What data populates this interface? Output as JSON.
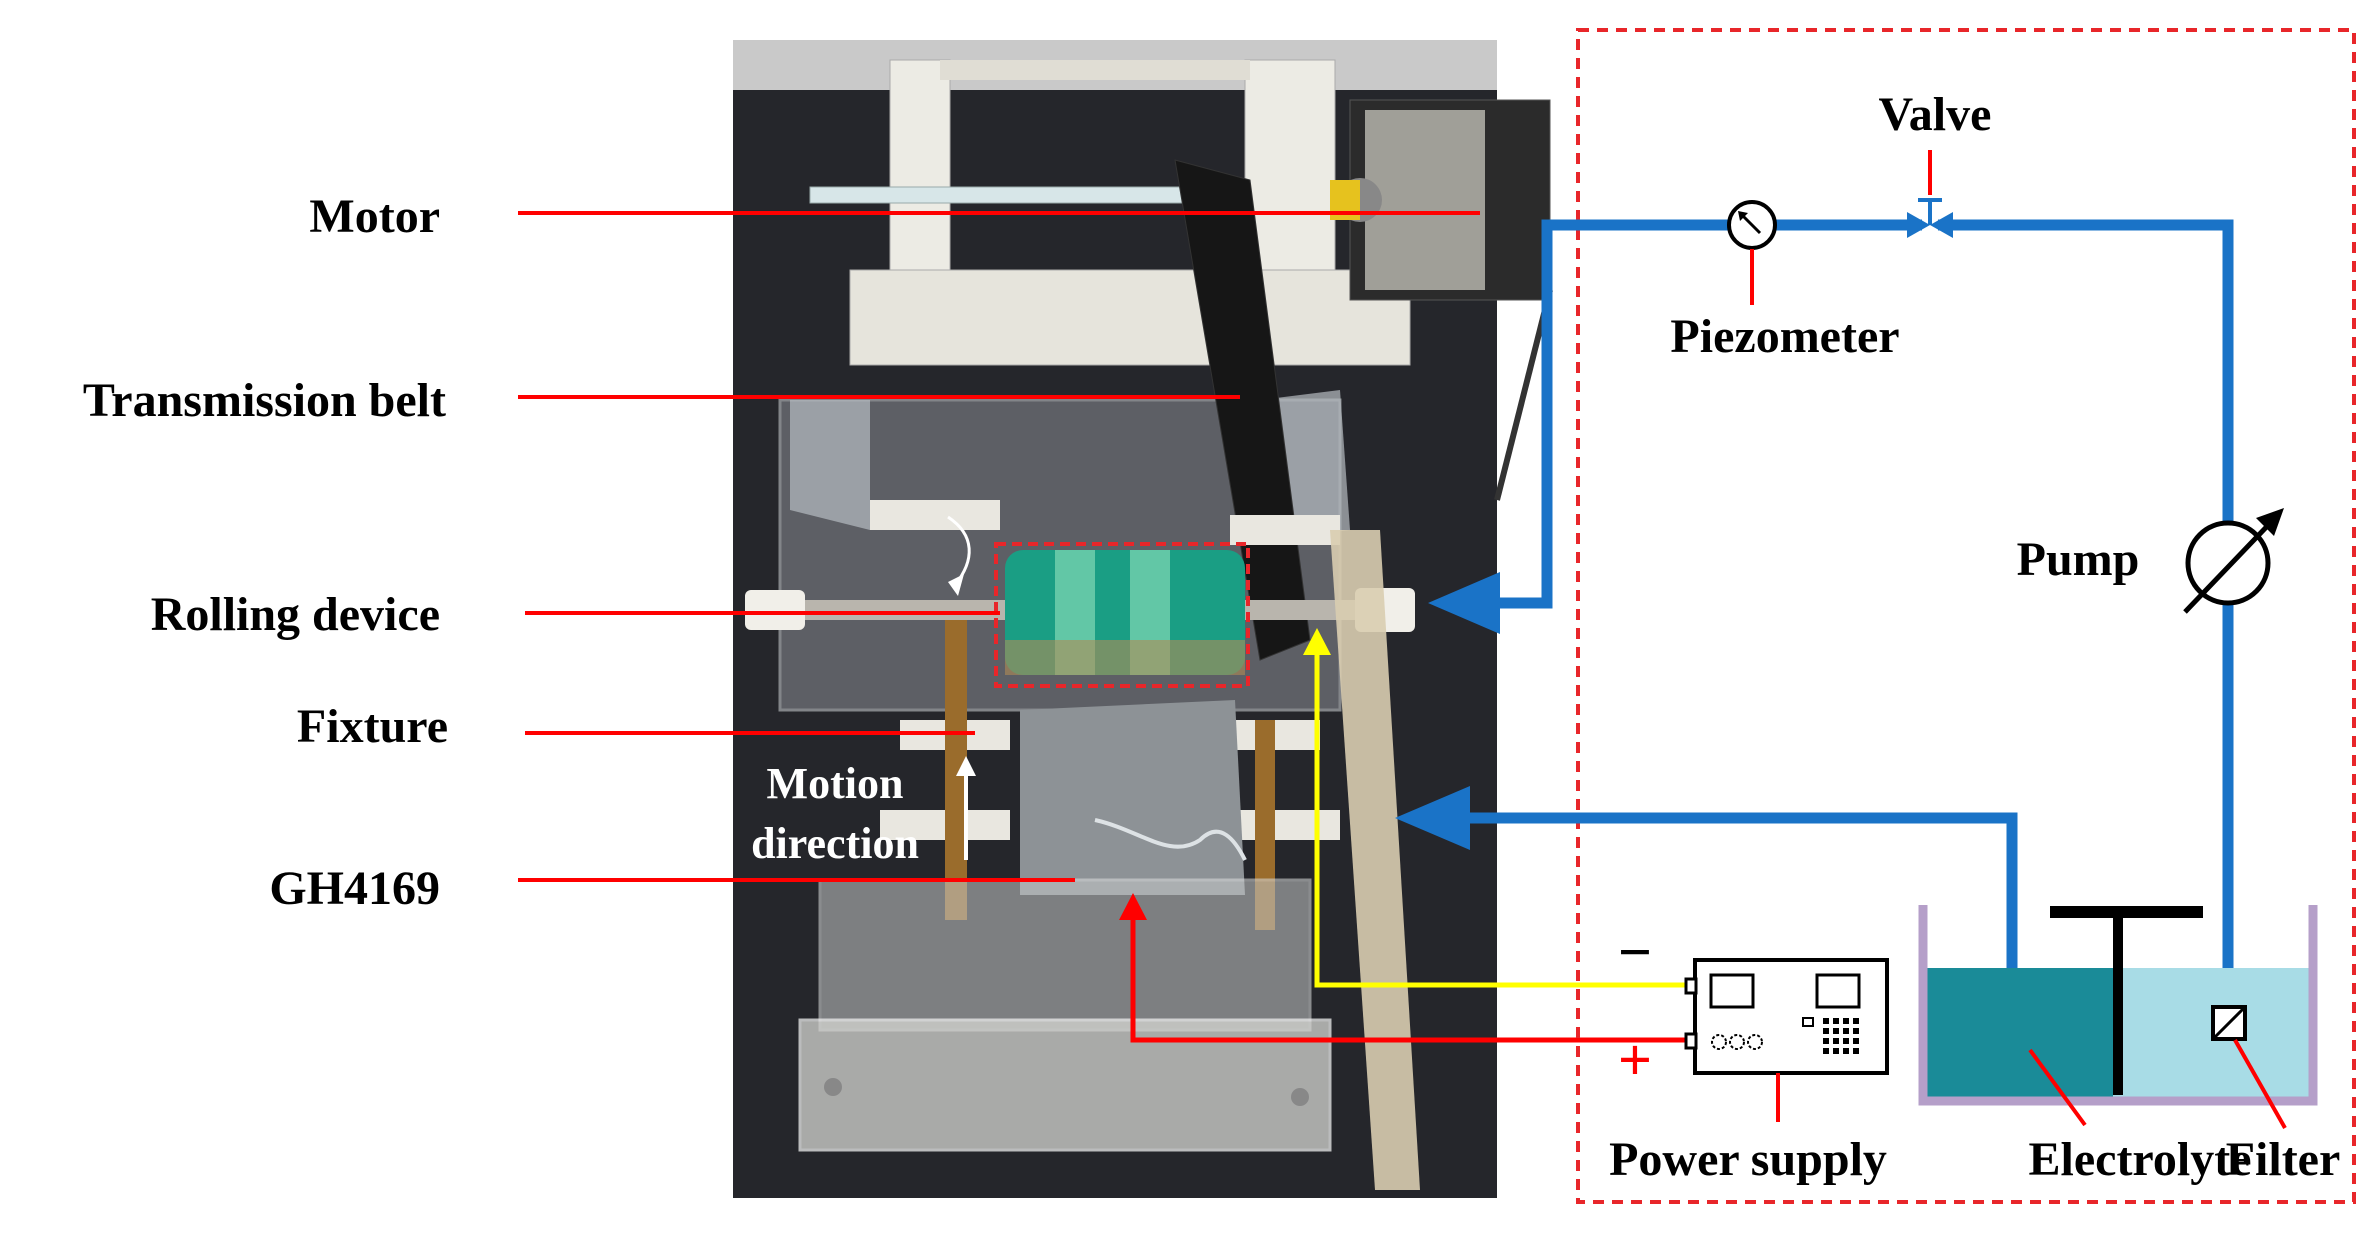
{
  "labels": {
    "motor": "Motor",
    "transmission_belt": "Transmission belt",
    "rolling_device": "Rolling device",
    "fixture": "Fixture",
    "gh4169": "GH4169",
    "motion_line1": "Motion",
    "motion_line2": "direction",
    "valve": "Valve",
    "piezometer": "Piezometer",
    "pump": "Pump",
    "power_supply": "Power supply",
    "electrolyte": "Electrolyte",
    "filter": "Filter",
    "negative": "−",
    "positive": "+"
  },
  "colors": {
    "leader_line": "#ff0000",
    "pipe": "#1a73c7",
    "anode_wire": "#ff0000",
    "cathode_wire": "#ffff00",
    "dashed_box": "#e8262a",
    "tank_wall": "#b59fc9",
    "electrolyte_dark": "#1a8b98",
    "electrolyte_light": "#a8dce6",
    "photo_bg": "#25262b"
  }
}
